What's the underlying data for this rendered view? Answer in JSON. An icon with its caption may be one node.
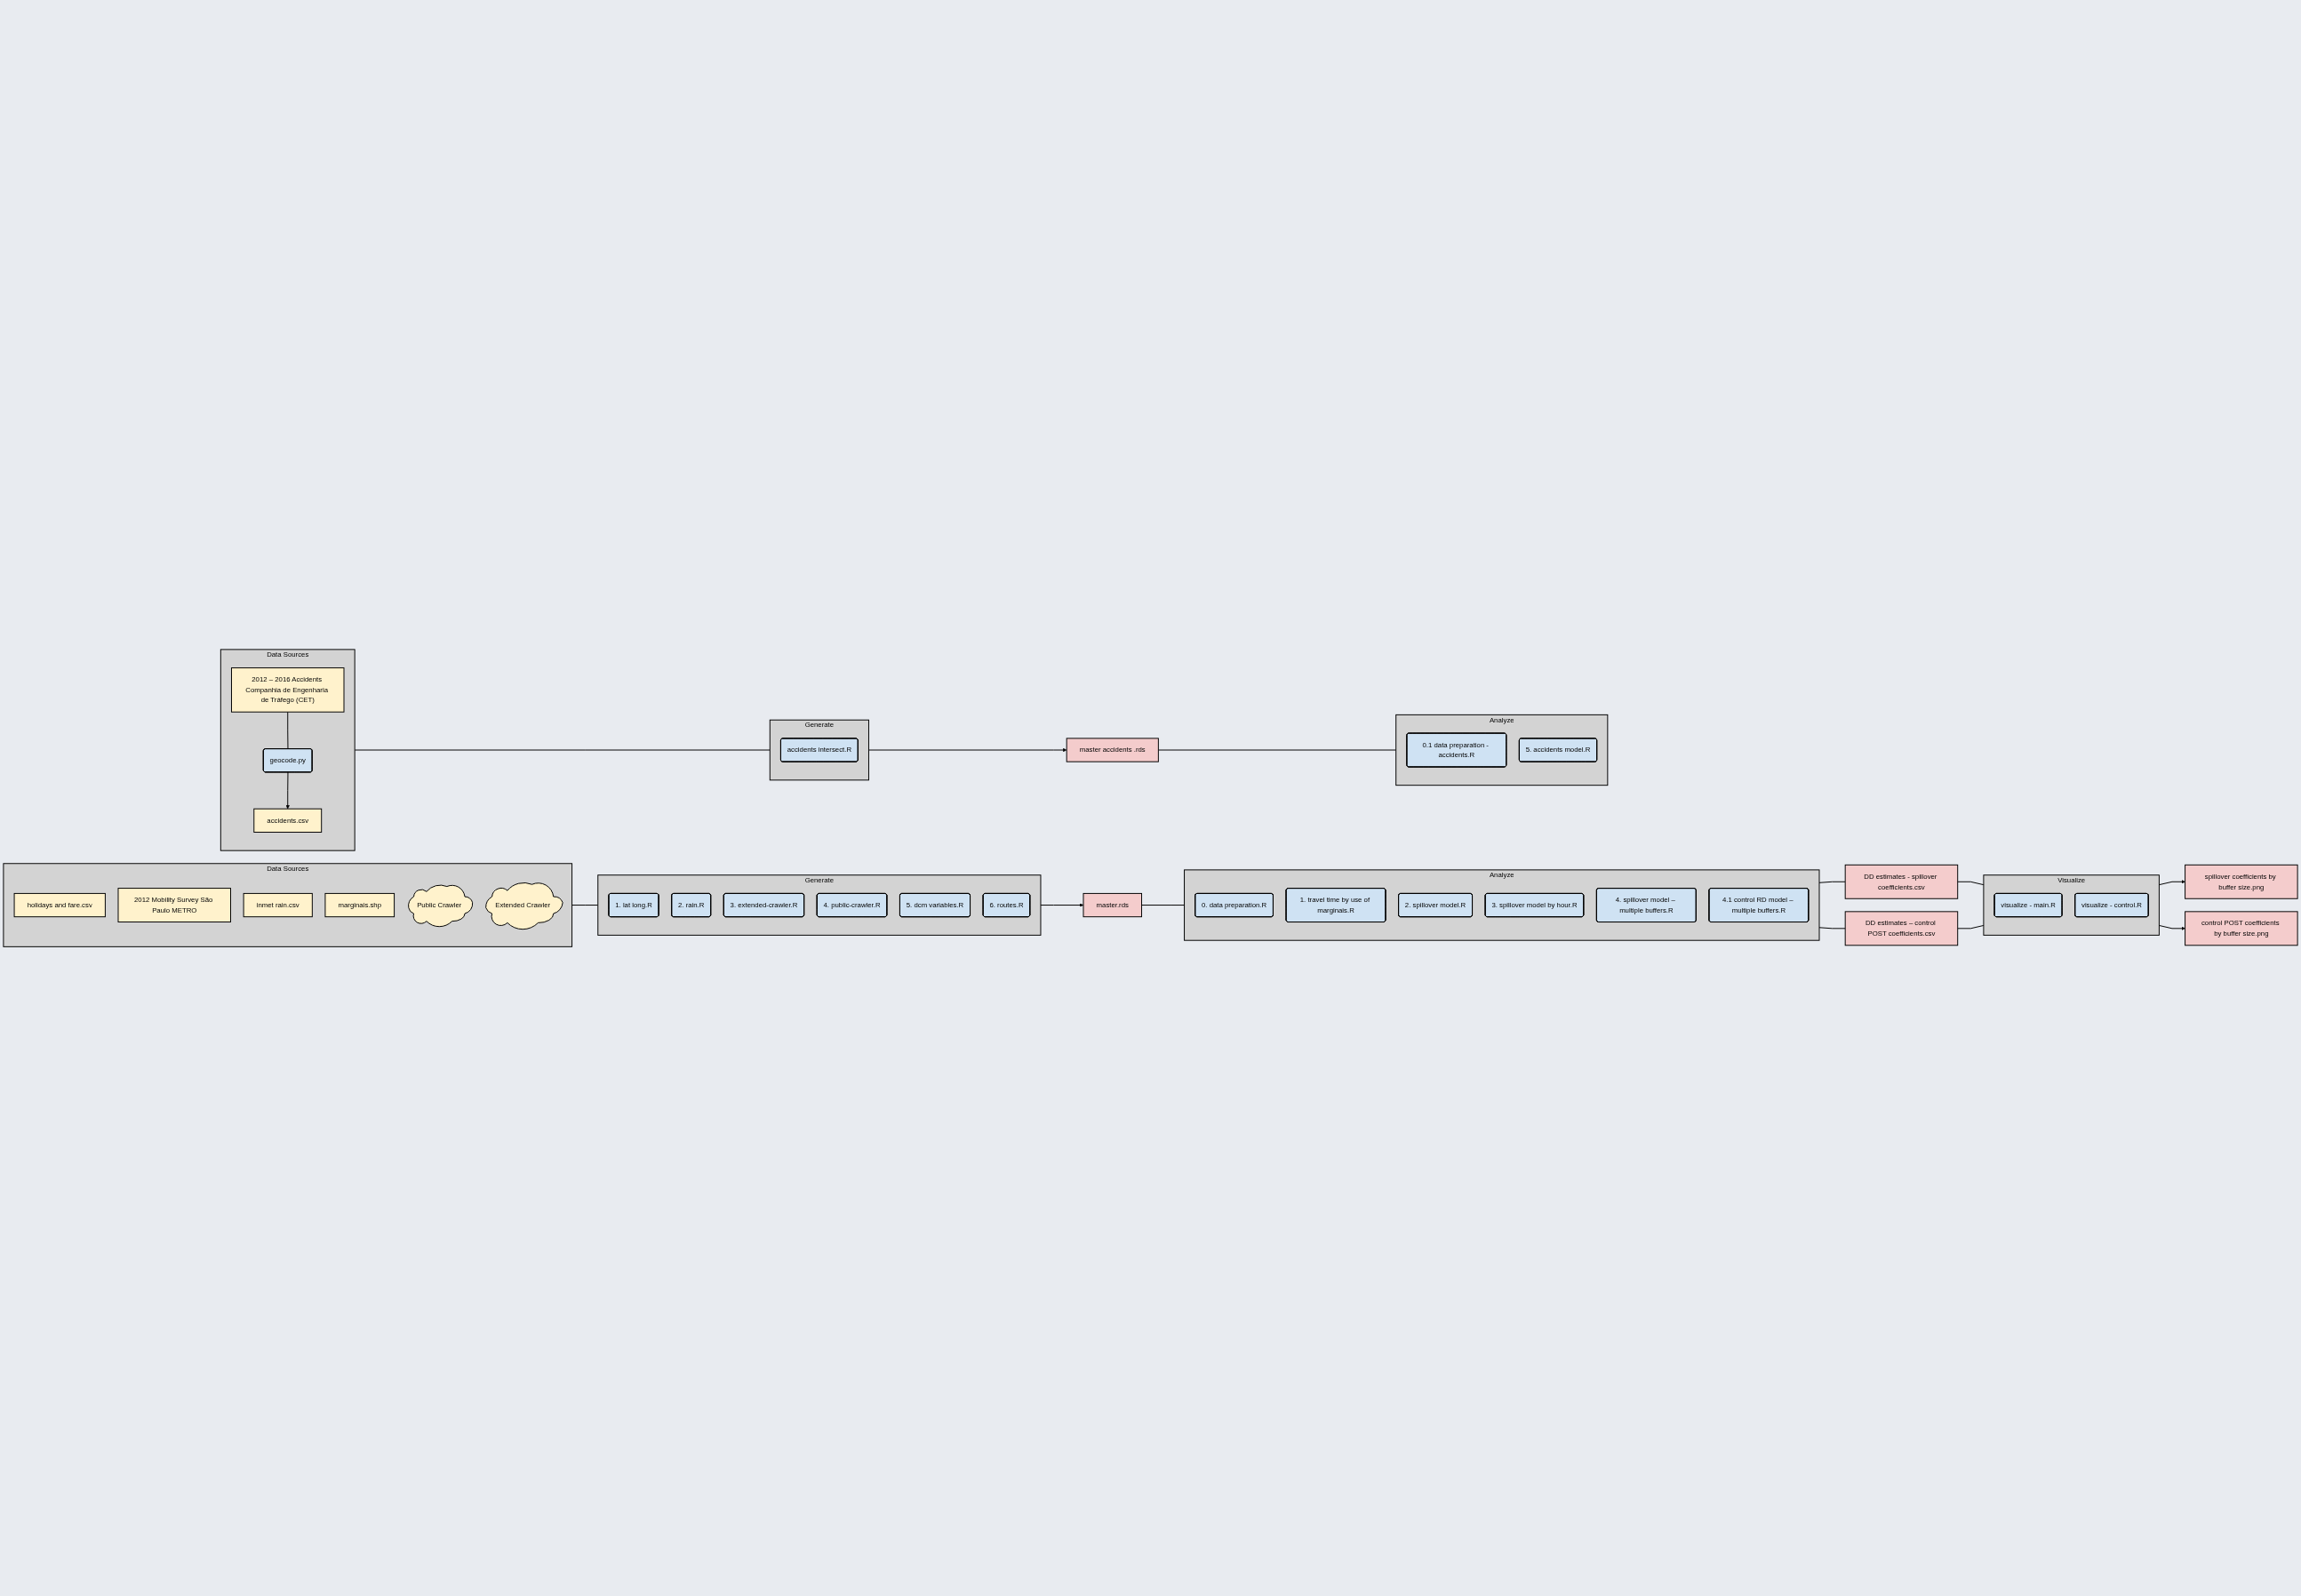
{
  "diagram": {
    "nodes": [
      {
        "text": [
          "Data Sources"
        ]
      },
      {
        "text": [
          "holidays and fare.csv"
        ],
        "in": 0
      },
      {
        "text": [
          "2012 Mobility Survey São Paulo METRO"
        ],
        "in": 0
      },
      {
        "text": [
          "inmet rain.csv"
        ],
        "in": 0
      },
      {
        "text": [
          "marginais.shp"
        ],
        "in": 0
      },
      {
        "text": [
          "Public Crawler"
        ],
        "in": 0
      },
      {
        "text": [
          "Extended Crawler"
        ],
        "in": 0
      },
      {
        "text": [
          "Generate"
        ]
      },
      {
        "text": [
          "1. lat long.R"
        ],
        "in": 7
      },
      {
        "text": [
          "2. rain.R"
        ],
        "in": 7
      },
      {
        "text": [
          "3. extended-crawler.R"
        ],
        "in": 7
      },
      {
        "text": [
          "4. public-crawler.R"
        ],
        "in": 7
      },
      {
        "text": [
          "5. dcm variables.R"
        ],
        "in": 7
      },
      {
        "text": [
          "6. routes.R"
        ],
        "in": 7
      },
      {
        "text": [
          "master.rds"
        ]
      },
      {
        "text": [
          "Analyze"
        ]
      },
      {
        "text": [
          "0. data preparation.R"
        ],
        "in": 15
      },
      {
        "text": [
          "1. travel time by use of marginais.R"
        ],
        "in": 15
      },
      {
        "text": [
          "2. spillover model.R"
        ],
        "in": 15
      },
      {
        "text": [
          "3. spillover model by hour.R"
        ],
        "in": 15
      },
      {
        "text": [
          "4. spillover model – multiple buffers.R"
        ],
        "in": 15
      },
      {
        "text": [
          "4.1 control RD model – multiple buffers.R"
        ],
        "in": 15
      },
      {
        "text": [
          "DD estimates - spillover coefficients.csv"
        ]
      },
      {
        "text": [
          "DD estimates – control POST coefficients.csv"
        ]
      },
      {
        "text": [
          "Visualize"
        ]
      },
      {
        "text": [
          "visualize - main.R"
        ],
        "in": 24
      },
      {
        "text": [
          "visualize - control.R"
        ],
        "in": 24
      },
      {
        "text": [
          "spillover coefficients by buffer size.png"
        ]
      },
      {
        "text": [
          "control POST coefficients by buffer size.png"
        ]
      },
      {
        "text": [
          "Data Sources"
        ]
      },
      {
        "text": [
          "2012 – 2016 Accidents Companhia de Engenharia de Tráfego (CET)"
        ],
        "in": 29
      },
      {
        "text": [
          "geocode.py"
        ],
        "in": 29
      },
      {
        "text": [
          "accidents.csv"
        ],
        "in": 29
      },
      {
        "text": [
          "Generate"
        ]
      },
      {
        "text": [
          "accidents intersect.R"
        ],
        "in": 33
      },
      {
        "text": [
          "master accidents .rds"
        ]
      },
      {
        "text": [
          "Analyze"
        ]
      },
      {
        "text": [
          "0.1 data preparation - accidents.R"
        ],
        "in": 36
      },
      {
        "text": [
          "5. accidents model.R"
        ],
        "in": 36
      }
    ],
    "edges": [
      {
        "from": 0,
        "to": 7,
        "arrow": "none"
      },
      {
        "from": 7,
        "to": 14,
        "arrow": "to"
      },
      {
        "from": 14,
        "to": 15,
        "arrow": "none"
      },
      {
        "from": 15,
        "to": 22,
        "arrow": "none"
      },
      {
        "from": 15,
        "to": 23,
        "arrow": "none"
      },
      {
        "from": 22,
        "to": 24,
        "arrow": "none"
      },
      {
        "from": 23,
        "to": 24,
        "arrow": "none"
      },
      {
        "from": 24,
        "to": 27,
        "arrow": "to"
      },
      {
        "from": 24,
        "to": 28,
        "arrow": "to"
      },
      {
        "from": 30,
        "to": 31,
        "arrow": "none"
      },
      {
        "from": 31,
        "to": 32,
        "arrow": "to"
      },
      {
        "from": 29,
        "to": 33,
        "arrow": "none"
      },
      {
        "from": 33,
        "to": 35,
        "arrow": "to"
      },
      {
        "from": 35,
        "to": 36,
        "arrow": "none"
      }
    ]
  }
}
